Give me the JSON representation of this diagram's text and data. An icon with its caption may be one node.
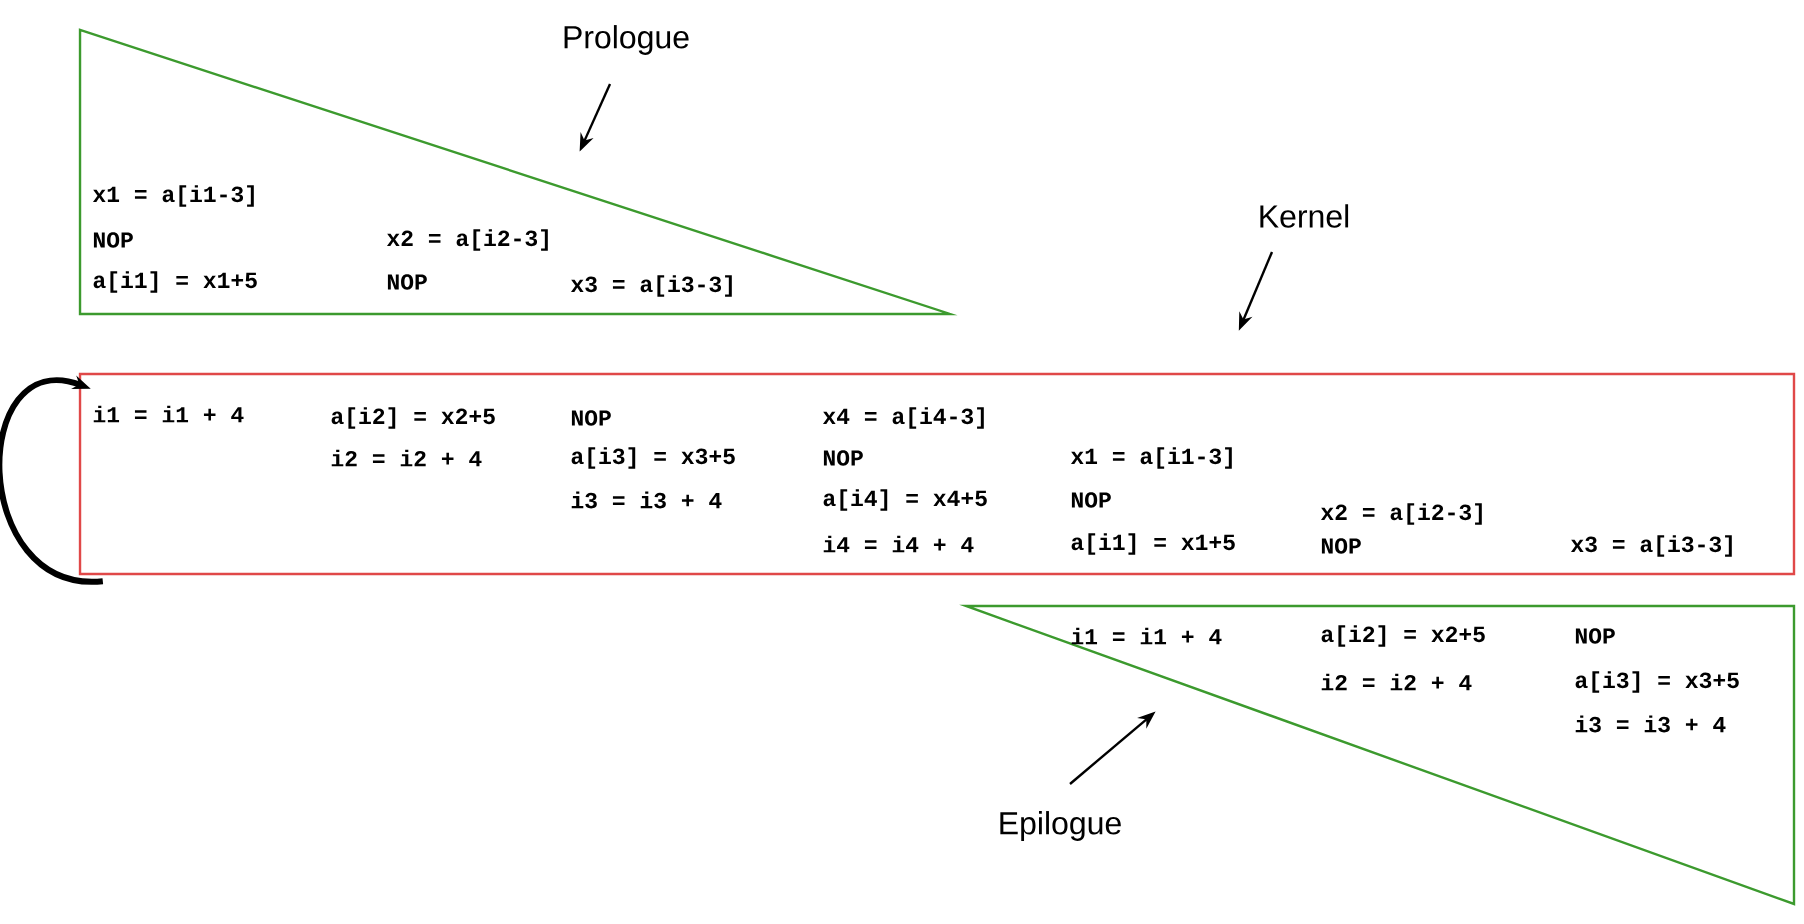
{
  "diagram": {
    "nodes": [
      {
        "text": [
          "x1 = a[i1-3]",
          "NOP",
          "a[i1] = x1+5",
          "x2 = a[i2-3]",
          "NOP",
          "x3 = a[i3-3]"
        ]
      },
      {
        "text": [
          "i1 = i1 + 4",
          "a[i2] = x2+5",
          "i2 = i2 + 4",
          "NOP",
          "a[i3] = x3+5",
          "i3 = i3 + 4",
          "x4 = a[i4-3]",
          "NOP",
          "a[i4] = x4+5",
          "i4 = i4 + 4",
          "x1 = a[i1-3]",
          "NOP",
          "a[i1] = x1+5",
          "x2 = a[i2-3]",
          "NOP",
          "x3 = a[i3-3]"
        ]
      },
      {
        "text": [
          "i1 = i1 + 4",
          "a[i2] = x2+5",
          "i2 = i2 + 4",
          "NOP",
          "a[i3] = x3+5",
          "i3 = i3 + 4"
        ]
      },
      {
        "text": [
          "Prologue"
        ]
      },
      {
        "text": [
          "Kernel"
        ]
      },
      {
        "text": [
          "Epilogue"
        ]
      }
    ],
    "edges": [
      {
        "from": 3,
        "to": 0,
        "arrow": "to"
      },
      {
        "from": 4,
        "to": 1,
        "arrow": "to"
      },
      {
        "from": 5,
        "to": 2,
        "arrow": "to"
      },
      {
        "from": 1,
        "to": 1,
        "arrow": "to",
        "style": "thick"
      }
    ]
  }
}
